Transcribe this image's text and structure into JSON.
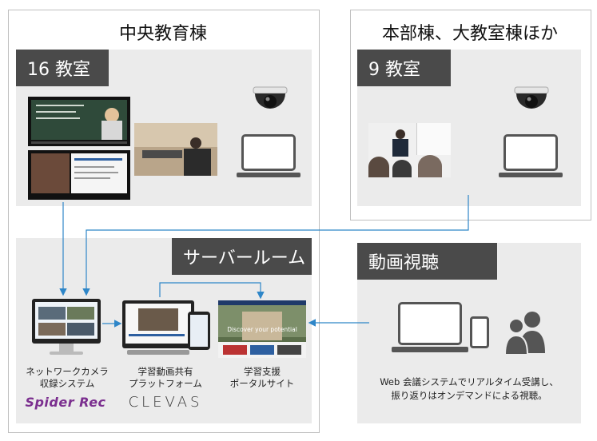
{
  "buildings": {
    "central_title": "中央教育棟",
    "main_title": "本部棟、大教室棟ほか"
  },
  "rooms": {
    "central_label": "16 教室",
    "main_label": "9 教室"
  },
  "server": {
    "label": "サーバールーム",
    "items": [
      {
        "caption_line1": "ネットワークカメラ",
        "caption_line2": "収録システム",
        "brand": "Spider Rec"
      },
      {
        "caption_line1": "学習動画共有",
        "caption_line2": "プラットフォーム",
        "brand": "CLEVAS"
      },
      {
        "caption_line1": "学習支援",
        "caption_line2": "ポータルサイト",
        "brand": ""
      }
    ],
    "portal_banner": "Discover your potential"
  },
  "viewing": {
    "label": "動画視聴",
    "note_line1": "Web 会議システムでリアルタイム受講し、",
    "note_line2": "振り返りはオンデマンドによる視聴。"
  },
  "colors": {
    "arrow": "#2e86c8",
    "dark_label": "#4a4a4a",
    "panel": "#ebebeb",
    "icon": "#555555",
    "spider_rec": "#7b2f8f"
  }
}
